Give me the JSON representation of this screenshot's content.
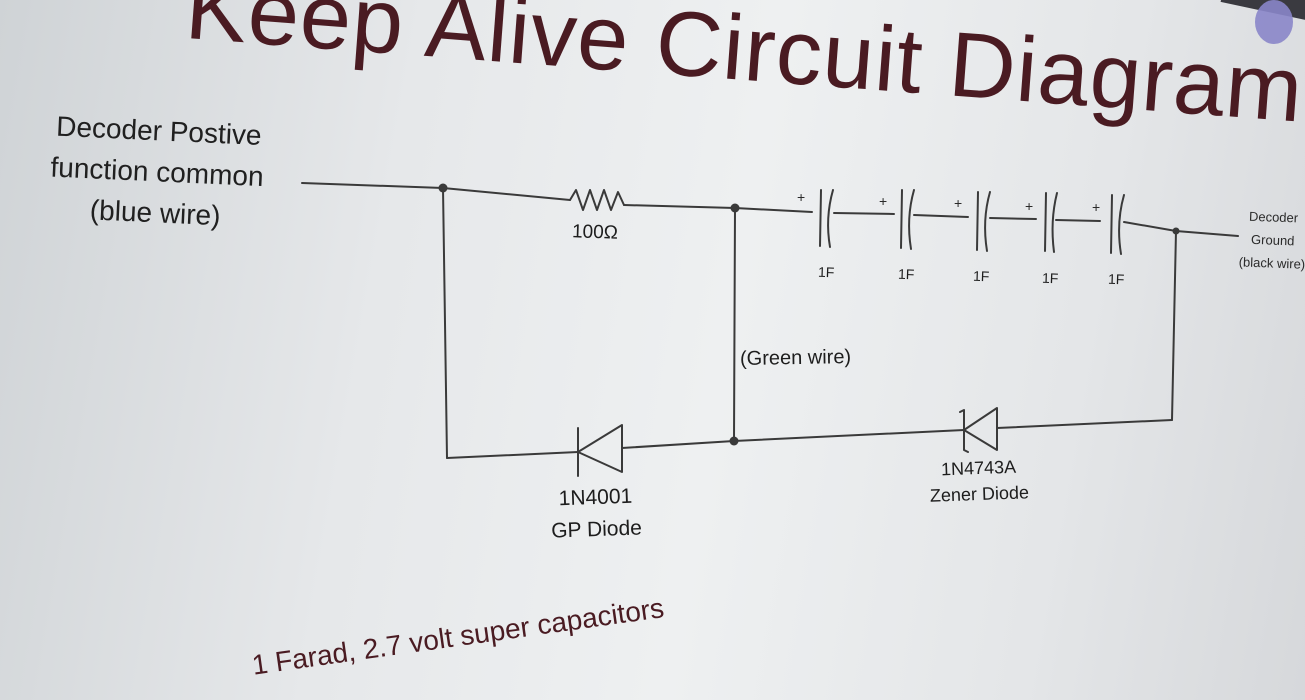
{
  "slide": {
    "title": "Keep Alive Circuit Diagram",
    "bottom_note": "1 Farad, 2.7 volt super capacitors"
  },
  "schematic": {
    "left_terminal": {
      "lines": [
        "Decoder Postive",
        "function common",
        "(blue wire)"
      ]
    },
    "right_terminal": {
      "lines": [
        "Decoder",
        "Ground",
        "(black wire)"
      ]
    },
    "resistor": {
      "label": "100Ω"
    },
    "capacitors": [
      {
        "polarity": "+",
        "label": "1F"
      },
      {
        "polarity": "+",
        "label": "1F"
      },
      {
        "polarity": "+",
        "label": "1F"
      },
      {
        "polarity": "+",
        "label": "1F"
      },
      {
        "polarity": "+",
        "label": "1F"
      }
    ],
    "green_wire_label": "(Green wire)",
    "gp_diode": {
      "part": "1N4001",
      "type": "GP Diode"
    },
    "zener_diode": {
      "part": "1N4743A",
      "type": "Zener Diode"
    }
  },
  "colors": {
    "title": "#4a1b22",
    "wire": "#3a3a3a",
    "text": "#1d1d1d"
  }
}
